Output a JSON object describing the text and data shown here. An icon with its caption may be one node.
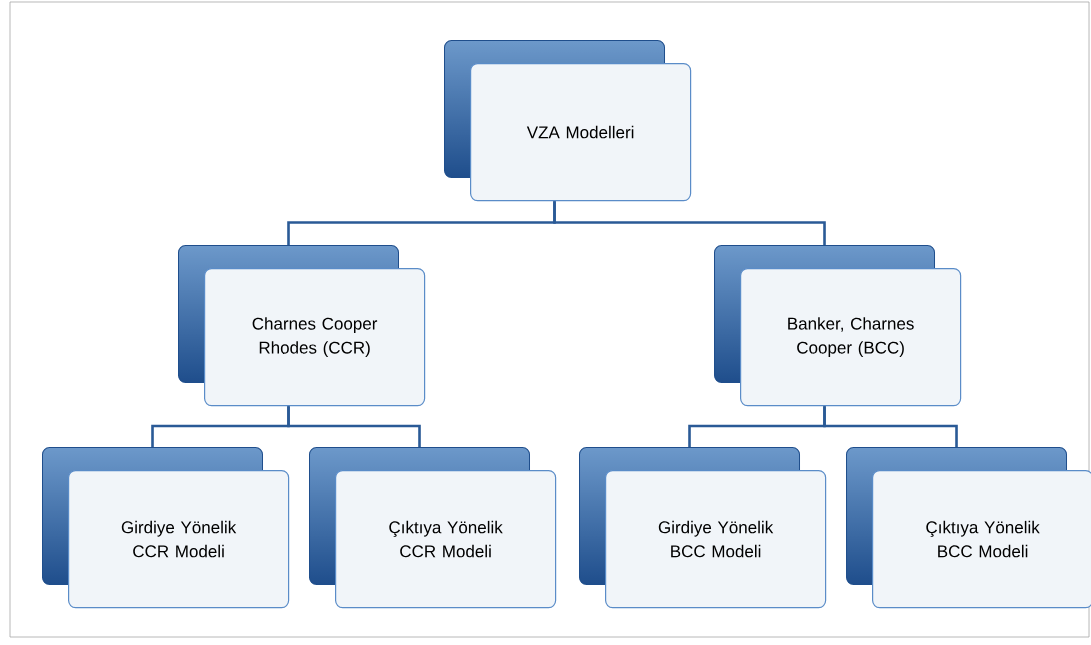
{
  "diagram": {
    "nodes": [
      {
        "text": [
          "VZA Modelleri"
        ]
      },
      {
        "text": [
          "Charnes Cooper Rhodes (CCR)"
        ]
      },
      {
        "text": [
          "Banker, Charnes Cooper (BCC)"
        ]
      },
      {
        "text": [
          "Girdiye Yönelik CCR Modeli"
        ]
      },
      {
        "text": [
          "Çıktıya Yönelik CCR Modeli"
        ]
      },
      {
        "text": [
          "Girdiye Yönelik BCC Modeli"
        ]
      },
      {
        "text": [
          "Çıktıya Yönelik BCC Modeli"
        ]
      }
    ],
    "edges": [
      {
        "from": 0,
        "to": 1,
        "arrow": "none"
      },
      {
        "from": 0,
        "to": 2,
        "arrow": "none"
      },
      {
        "from": 1,
        "to": 3,
        "arrow": "none"
      },
      {
        "from": 1,
        "to": 4,
        "arrow": "none"
      },
      {
        "from": 2,
        "to": 5,
        "arrow": "none"
      },
      {
        "from": 2,
        "to": 6,
        "arrow": "none"
      }
    ]
  }
}
